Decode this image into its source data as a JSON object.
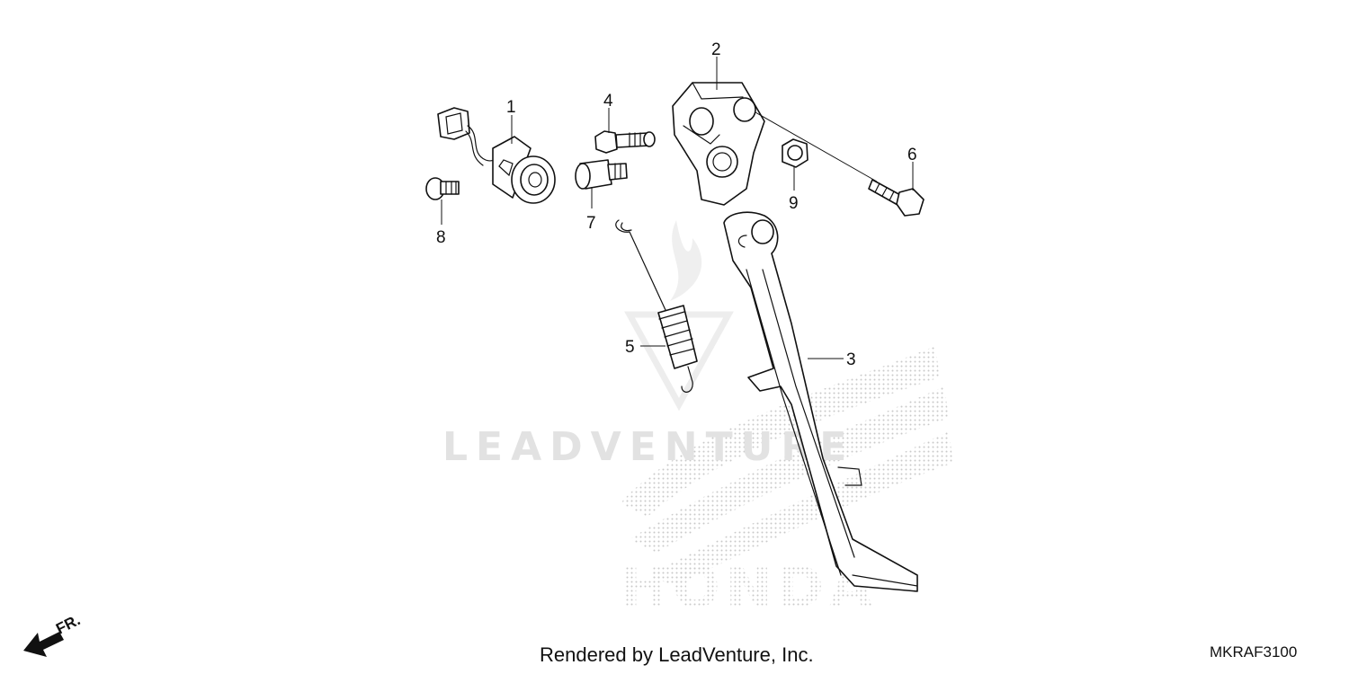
{
  "callouts": {
    "c1": "1",
    "c2": "2",
    "c3": "3",
    "c4": "4",
    "c5": "5",
    "c6": "6",
    "c7": "7",
    "c8": "8",
    "c9": "9"
  },
  "watermark": {
    "text": "LEADVENTURE",
    "brand": "HONDA"
  },
  "direction": {
    "label": "FR."
  },
  "footer": {
    "rendered_by": "Rendered by LeadVenture, Inc.",
    "diagram_code": "MKRAF3100"
  }
}
